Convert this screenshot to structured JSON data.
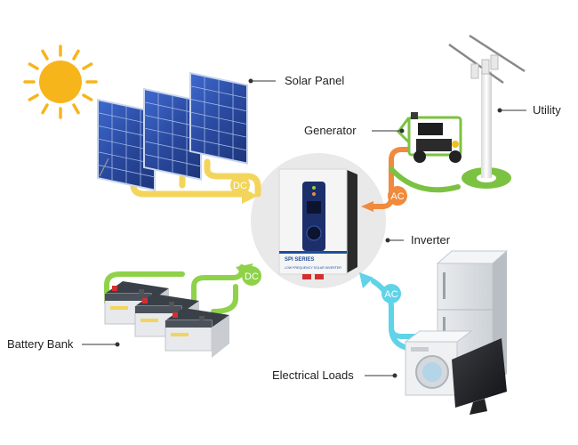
{
  "labels": {
    "solar_panel": "Solar Panel",
    "generator": "Generator",
    "utility": "Utility",
    "inverter": "Inverter",
    "battery_bank": "Battery Bank",
    "electrical_loads": "Electrical Loads"
  },
  "badges": {
    "solar": "DC",
    "generator": "AC",
    "battery": "DC",
    "loads": "AC"
  },
  "inverter_device": {
    "series": "SPI SERIES",
    "subtitle": "LOW FREQUENCY SOLAR INVERTER"
  },
  "colors": {
    "solar_line": "#f2d55a",
    "generator_line": "#f08a3c",
    "battery_line": "#8fd24a",
    "loads_line": "#5fd3e8",
    "hub": "#e9e9e9",
    "panel": "#2c4fa6",
    "sun": "#f7b51c",
    "utility_ground": "#7cc242",
    "generator_frame": "#7cc242"
  }
}
